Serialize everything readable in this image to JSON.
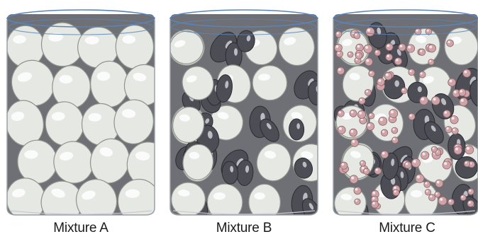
{
  "jars": [
    {
      "id": "a",
      "label": "Mixture A",
      "contents": [
        "large-white-pebbles"
      ]
    },
    {
      "id": "b",
      "label": "Mixture B",
      "contents": [
        "large-white-pebbles",
        "medium-dark-pebbles"
      ]
    },
    {
      "id": "c",
      "label": "Mixture C",
      "contents": [
        "large-white-pebbles",
        "medium-dark-pebbles",
        "small-pink-beads"
      ]
    }
  ],
  "colors": {
    "jar_rim": "#5b84b8",
    "white_pebble": "#e6e8e4",
    "white_pebble_edge": "#8e948c",
    "dark_pebble": "#4c4d55",
    "dark_pebble_highlight": "#cfd0d6",
    "pink_bead": "#cfa4a8",
    "pink_bead_edge": "#8f6468",
    "interstitial_shadow": "#6e7075"
  }
}
